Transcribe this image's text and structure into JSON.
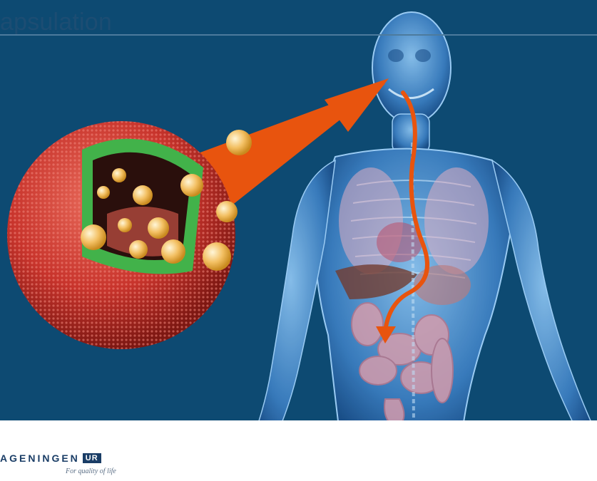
{
  "slide": {
    "title": "apsulation",
    "logo": {
      "text": "AGENINGEN",
      "box": "UR",
      "tagline": "For quality of life"
    }
  },
  "colors": {
    "background": "#0d4a72",
    "arrow": "#e8540e",
    "capsule_outer": "#c73a32",
    "capsule_inner": "#42b24a",
    "droplet": "#f2b84b",
    "body": "#4b8fd0"
  }
}
